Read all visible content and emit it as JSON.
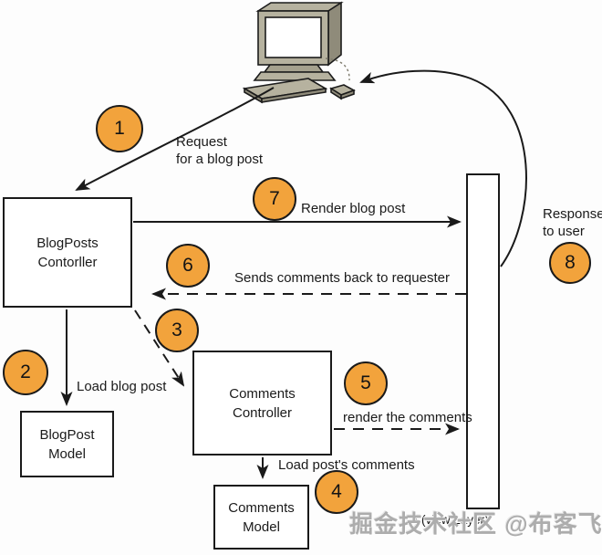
{
  "colors": {
    "badge_fill": "#F2A33C",
    "badge_border": "#1A1A1A",
    "line": "#1A1A1A",
    "box_fill": "#FFFFFF",
    "computer_body": "#B6B29F",
    "computer_shade": "#8F8B7A",
    "watermark_gray": "#A6A6A6"
  },
  "nodes": {
    "blogposts_controller": {
      "line1": "BlogPosts",
      "line2": "Contorller"
    },
    "blogpost_model": {
      "line1": "BlogPost",
      "line2": "Model"
    },
    "comments_controller": {
      "line1": "Comments",
      "line2": "Controller"
    },
    "comments_model": {
      "line1": "Comments",
      "line2": "Model"
    },
    "view_layer": {
      "caption": "A (view Layer)"
    }
  },
  "steps": {
    "s1": {
      "num": "1",
      "label_line1": "Request",
      "label_line2": "for a blog post"
    },
    "s2": {
      "num": "2",
      "label": "Load blog post"
    },
    "s3": {
      "num": "3"
    },
    "s4": {
      "num": "4",
      "label": "Load post's comments"
    },
    "s5": {
      "num": "5",
      "label": "render the comments"
    },
    "s6": {
      "num": "6",
      "label": "Sends comments back to requester"
    },
    "s7": {
      "num": "7",
      "label": "Render blog post"
    },
    "s8": {
      "num": "8",
      "label_line1": "Response",
      "label_line2": "to user"
    }
  },
  "watermark": {
    "text": "掘金技术社区 @布客飞龙"
  }
}
